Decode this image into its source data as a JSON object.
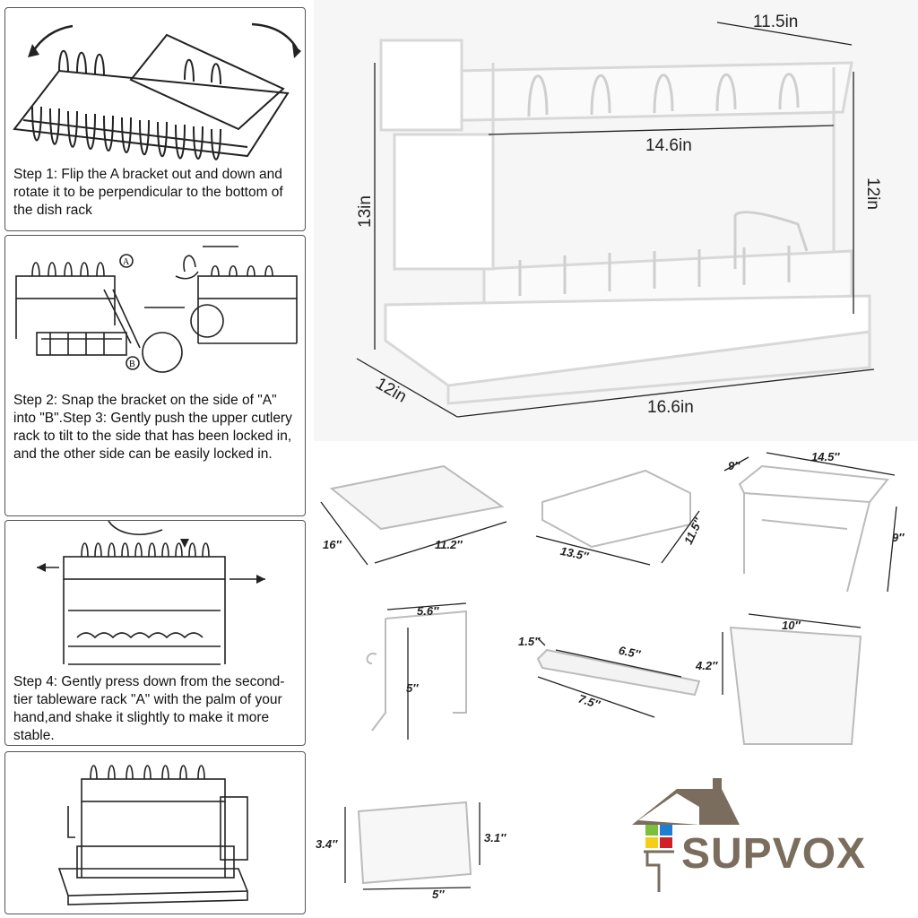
{
  "steps": [
    {
      "text": "Step 1: Flip the A bracket out and down and rotate it to be perpendicular to the bottom of the dish rack"
    },
    {
      "text": "Step 2: Snap the bracket on the side of \"A\" into \"B\".Step 3: Gently push the upper cutlery rack to tilt to the side that has been locked in, and the other side can be easily locked in."
    },
    {
      "text": "Step 4: Gently press down from the second-tier tableware rack \"A\" with the palm of your hand,and shake it slightly to make it more stable."
    }
  ],
  "callouts": {
    "a": "A",
    "b": "B"
  },
  "main_dimensions": {
    "top_width": "11.5in",
    "mid_width": "14.6in",
    "height": "13in",
    "inner_height": "12in",
    "depth": "12in",
    "base_width": "16.6in"
  },
  "parts": {
    "tray": {
      "depth": "16″",
      "width": "11.2″"
    },
    "lower_rack": {
      "width": "13.5″",
      "depth": "11.5″"
    },
    "upper_rack": {
      "depth": "9″",
      "width": "14.5″",
      "height": "9″"
    },
    "hook": {
      "width": "5.6″",
      "height": "5″"
    },
    "spout": {
      "width": "1.5″",
      "inner": "6.5″",
      "length": "7.5″"
    },
    "cutlery_holder": {
      "length": "10″",
      "height": "4.2″"
    },
    "knife_block": {
      "height": "3.4″",
      "inner_height": "3.1″",
      "width": "5″"
    }
  },
  "brand": {
    "name": "SUPVOX",
    "colors": {
      "text": "#7a6d5e",
      "green": "#7bbf3a",
      "blue": "#1e7fd1",
      "yellow": "#f4cf1a",
      "red": "#d11f27"
    }
  }
}
